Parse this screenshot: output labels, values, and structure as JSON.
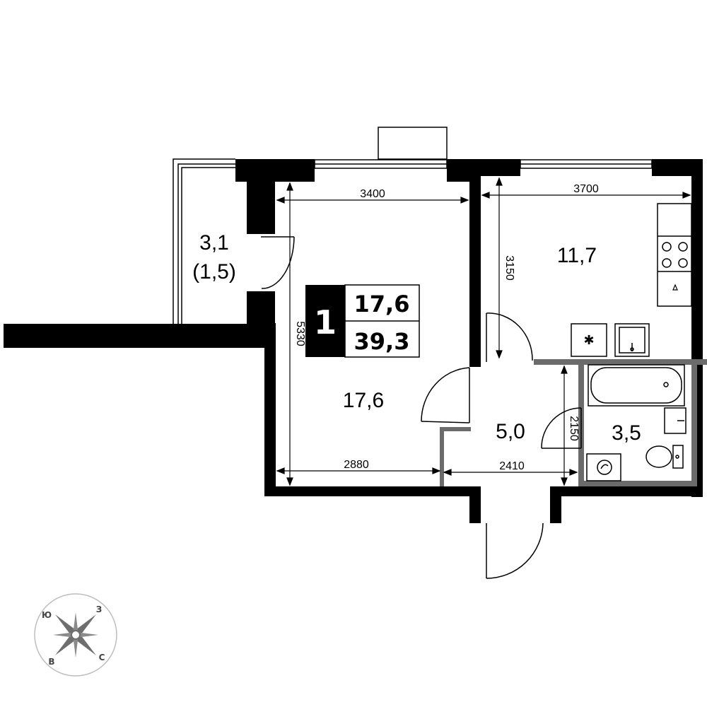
{
  "summary": {
    "rooms": "1",
    "living_area": "17,6",
    "total_area": "39,3"
  },
  "rooms": {
    "balcony_area": "3,1",
    "balcony_reduced_area": "(1,5)",
    "living_room_area": "17,6",
    "kitchen_area": "11,7",
    "hall_area": "5,0",
    "bathroom_area": "3,5"
  },
  "dimensions": {
    "living_width_top": "3400",
    "kitchen_width": "3700",
    "kitchen_depth": "3150",
    "living_depth": "5330",
    "living_width_bottom": "2880",
    "hall_width": "2410",
    "bathroom_depth": "2150"
  },
  "compass": {
    "north": "Ю",
    "east": "З",
    "south": "С",
    "west": "В"
  },
  "icons": [
    "compass-icon",
    "stove-icon",
    "sink-icon",
    "bathtub-icon",
    "toilet-icon",
    "washing-machine-icon",
    "hood-icon"
  ]
}
